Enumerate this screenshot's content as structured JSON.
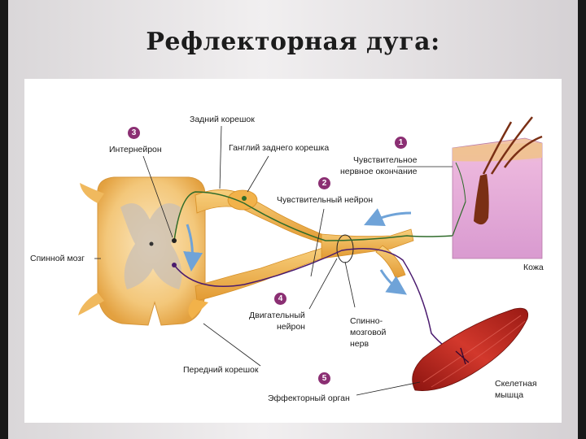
{
  "title": "Рефлекторная дуга:",
  "labels": {
    "dorsal_root": "Задний корешок",
    "interneuron": "Интернейрон",
    "ganglion": "Ганглий заднего корешка",
    "sensory_ending_1": "Чувствительное",
    "sensory_ending_2": "нервное окончание",
    "sensory_neuron": "Чувствительный нейрон",
    "spinal_cord": "Спинной мозг",
    "skin": "Кожа",
    "motor_neuron_1": "Двигательный",
    "motor_neuron_2": "нейрон",
    "spinal_nerve_1": "Спинно-",
    "spinal_nerve_2": "мозговой",
    "spinal_nerve_3": "нерв",
    "ventral_root": "Передний корешок",
    "effector": "Эффекторный орган",
    "muscle_1": "Скелетная",
    "muscle_2": "мышца"
  },
  "badges": [
    "1",
    "2",
    "3",
    "4",
    "5"
  ],
  "colors": {
    "nerve": "#f2b24a",
    "nerve_dark": "#d68f26",
    "sensory_path": "#2f6b2a",
    "motor_path": "#4a1a6e",
    "badge": "#8b2f73",
    "skin": "#e7b3d8",
    "muscle": "#b3201b",
    "arrow": "#6fa3d8"
  }
}
